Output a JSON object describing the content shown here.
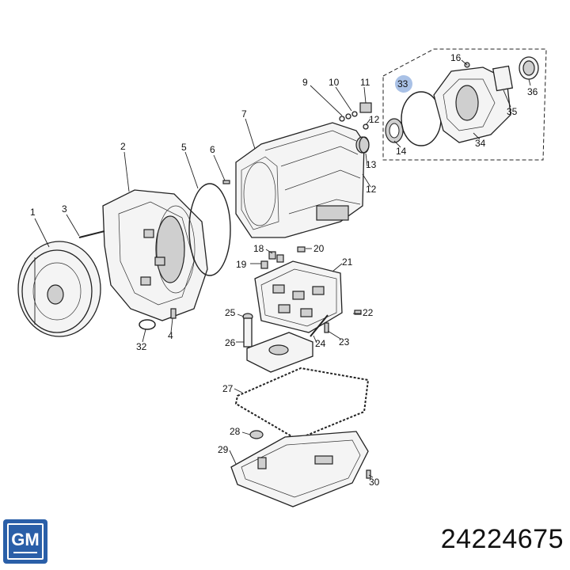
{
  "diagram": {
    "callouts": [
      "1",
      "2",
      "3",
      "4",
      "5",
      "6",
      "7",
      "9",
      "10",
      "11",
      "12",
      "12",
      "13",
      "14",
      "16",
      "18",
      "19",
      "20",
      "21",
      "22",
      "23",
      "24",
      "25",
      "26",
      "27",
      "28",
      "29",
      "30",
      "32",
      "33",
      "34",
      "35",
      "36"
    ],
    "highlighted_callout": "33",
    "highlight_color": "#a9c1e6"
  },
  "brand": {
    "logo_text": "GM",
    "logo_color": "#2a5fa8"
  },
  "part_number": "24224675"
}
